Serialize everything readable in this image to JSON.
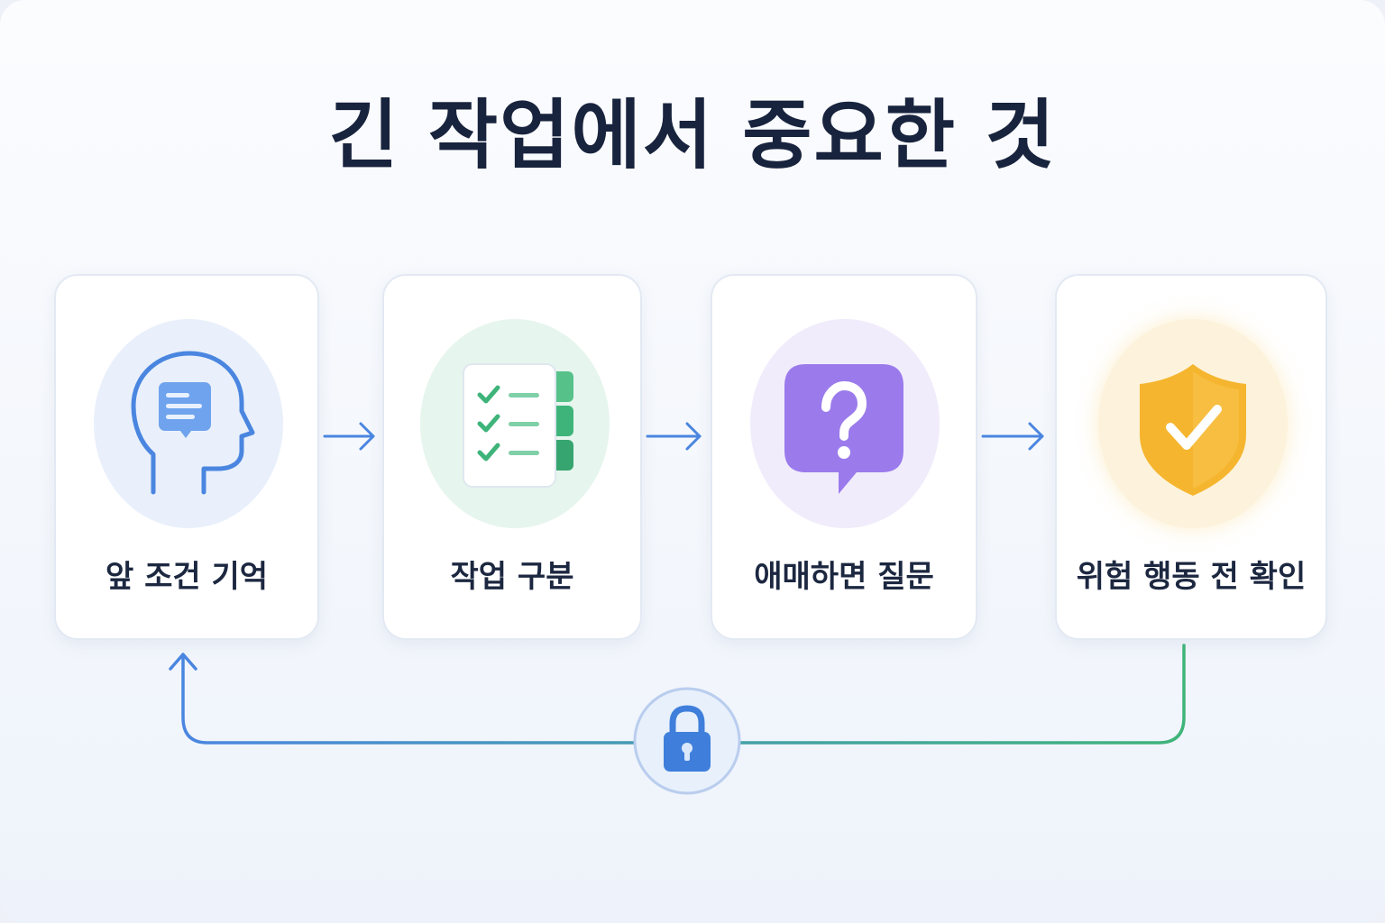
{
  "title": "긴 작업에서 중요한 것",
  "steps": [
    {
      "label": "앞 조건 기억",
      "icon": "head-memory-icon",
      "accent": "#4a86e0"
    },
    {
      "label": "작업 구분",
      "icon": "checklist-icon",
      "accent": "#3fb47a"
    },
    {
      "label": "애매하면 질문",
      "icon": "question-bubble-icon",
      "accent": "#9b7bec"
    },
    {
      "label": "위험 행동 전 확인",
      "icon": "shield-check-icon",
      "accent": "#f5b52e"
    }
  ],
  "loop": {
    "icon": "lock-icon",
    "colors": [
      "#4a86e0",
      "#3fb47a"
    ]
  }
}
